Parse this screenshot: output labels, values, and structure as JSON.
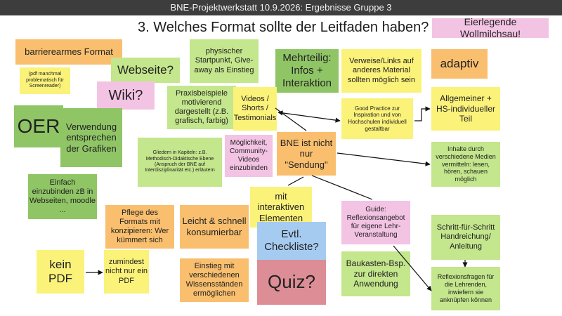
{
  "topbar": {
    "title": "BNE-Projektwerkstatt 10.9.2026: Ergebnisse Gruppe 3"
  },
  "heading": {
    "text": "3. Welches Format sollte der Leitfaden haben?"
  },
  "notes": {
    "eierlegende": "Eierlegende Wollmilchsau!",
    "barrierearm": "barrierearmes Format",
    "pdf_problem": "(pdf manchmal problematisch für Screenreader)",
    "webseite": "Webseite?",
    "physisch": "physischer Startpunkt, Give-away als Einstieg",
    "mehrteilig": "Mehrteilig: Infos + Interaktion",
    "verweise": "Verweise/Links auf anderes Material sollten möglich sein",
    "adaptiv": "adaptiv",
    "wiki": "Wiki?",
    "praxis": "Praxisbeispiele motivierend dargestellt (z.B. grafisch, farbig)",
    "videos": "Videos / Shorts / Testimonials",
    "goodpractice": "Good Practice zur Inspiration und von Hochschulen individuell gestaltbar",
    "allgemeiner": "Allgemeiner + HS-individueller Teil",
    "oer": "OER",
    "verwendung": "Verwendung entsprechen der Grafiken",
    "gliedern": "Gliedern in Kapiteln: z.B. Methodisch-Didaktische Ebene (Anspruch der BNE auf Interdisziplinarität etc.) erläutern",
    "community": "Möglichkeit, Community-Videos einzubinden",
    "bne_sendung": "BNE ist nicht nur \"Sendung\"",
    "inhalte": "Inhalte durch verschiedene Medien vermitteln: lesen, hören, schauen möglich",
    "einfach": "Einfach einzubinden zB in Webseiten, moodle ...",
    "interaktiv": "mit interaktiven Elementen",
    "pflege": "Pflege des Formats mit konzipieren: Wer kümmert sich",
    "leicht": "Leicht & schnell konsumierbar",
    "guide": "Guide: Reflexionsangebot für eigene Lehr-Veranstaltung",
    "schritt": "Schritt-für-Schritt Handreichung/ Anleitung",
    "checkliste": "Evtl. Checkliste?",
    "kein_pdf": "kein PDF",
    "zumindest": "zumindest nicht nur ein PDF",
    "einstieg": "Einstieg mit verschiedenen Wissensständen ermöglichen",
    "quiz": "Quiz?",
    "baukasten": "Baukasten-Bsp. zur direkten Anwendung",
    "reflexion": "Reflexionsfragen für die Lehrenden, inwiefern sie anknüpfen können"
  },
  "colors": {
    "yellow": "#fbf27a",
    "green": "#c4e68c",
    "orange": "#f9bf6e",
    "pink": "#f3c3e4",
    "darkgreen": "#90c566",
    "blue": "#a6cbf1",
    "rose": "#dd8d96",
    "topbar": "#3d3d3d"
  }
}
